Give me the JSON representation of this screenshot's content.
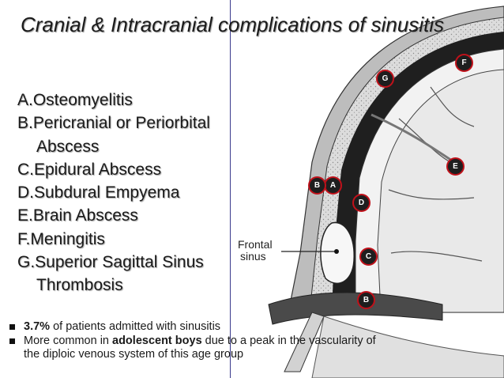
{
  "title": "Cranial & Intracranial complications of sinusitis",
  "complications": [
    "A.Osteomyelitis",
    "B.Pericranial or Periorbital",
    "Abscess",
    "C.Epidural Abscess",
    "D.Subdural Empyema",
    "E.Brain Abscess",
    "F.Meningitis",
    "G.Superior Sagittal Sinus",
    "Thrombosis"
  ],
  "diagram": {
    "frontal_sinus_label_line1": "Frontal",
    "frontal_sinus_label_line2": "sinus",
    "markers": [
      "A",
      "B",
      "C",
      "D",
      "E",
      "F",
      "G",
      "B"
    ]
  },
  "bullets": {
    "b1_stat": "3.7%",
    "b1_text": " of patients admitted with sinusitis",
    "b2_pre": "More common in ",
    "b2_bold": "adolescent boys",
    "b2_post": "  due to a peak in the vascularity of",
    "b2_line2": "the diploic venous system of this age group"
  },
  "colors": {
    "marker_ring": "#c0111a",
    "marker_fill": "#1e1e1e",
    "divider": "#3a3a8c"
  }
}
